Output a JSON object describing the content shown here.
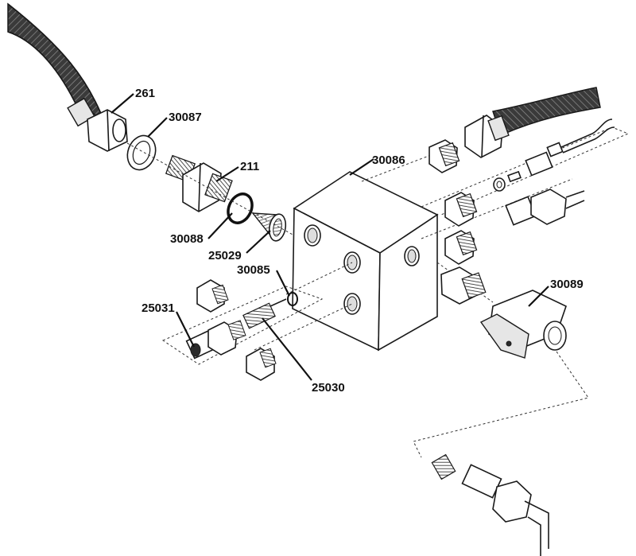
{
  "figure": {
    "labels": [
      {
        "id": "label-261",
        "text": "261"
      },
      {
        "id": "label-30087",
        "text": "30087"
      },
      {
        "id": "label-211",
        "text": "211"
      },
      {
        "id": "label-30086",
        "text": "30086"
      },
      {
        "id": "label-30088",
        "text": "30088"
      },
      {
        "id": "label-25029",
        "text": "25029"
      },
      {
        "id": "label-30085",
        "text": "30085"
      },
      {
        "id": "label-30089",
        "text": "30089"
      },
      {
        "id": "label-25031",
        "text": "25031"
      },
      {
        "id": "label-25030",
        "text": "25030"
      }
    ]
  }
}
